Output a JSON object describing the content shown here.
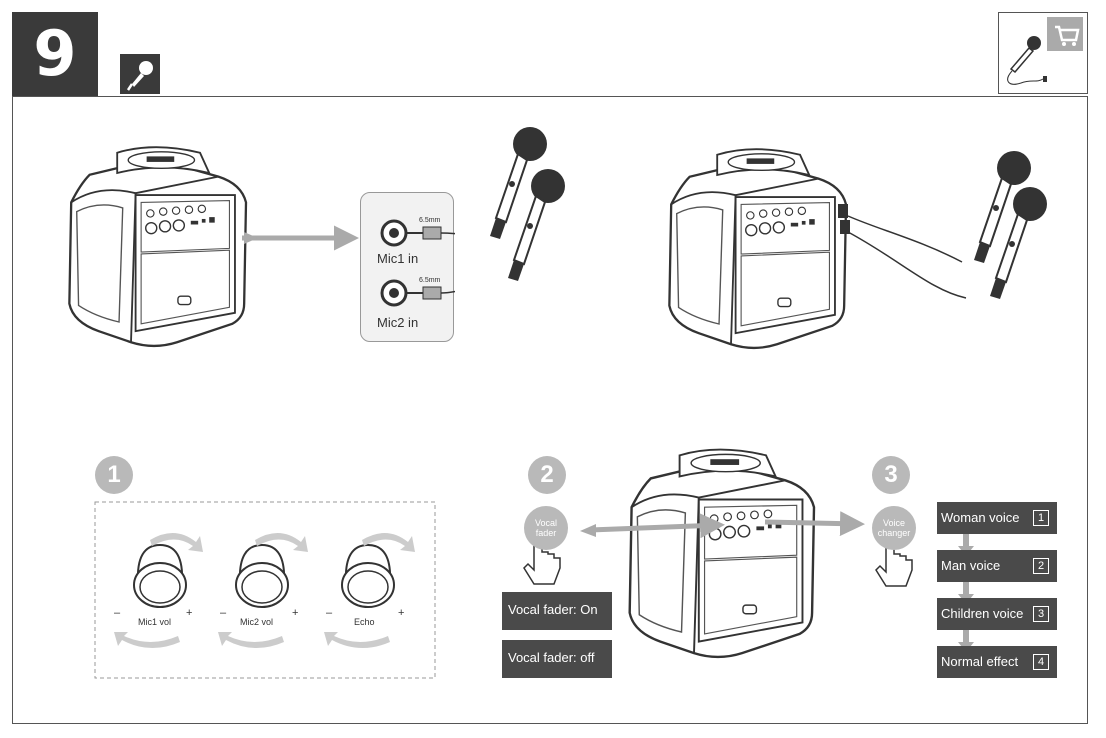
{
  "header": {
    "step_number": "9",
    "step_icon": "microphone-icon",
    "corner_icons": [
      "microphone-cable-icon",
      "shopping-cart-icon"
    ]
  },
  "panel_top_left": {
    "mic1_in": "Mic1 in",
    "mic2_in": "Mic2 in",
    "jack_size_1": "6.5mm",
    "jack_size_2": "6.5mm"
  },
  "step1": {
    "number": "1",
    "knobs": [
      {
        "label": "Mic1 vol",
        "minus": "–",
        "plus": "+"
      },
      {
        "label": "Mic2 vol",
        "minus": "–",
        "plus": "+"
      },
      {
        "label": "Echo",
        "minus": "–",
        "plus": "+"
      }
    ]
  },
  "step2": {
    "number": "2",
    "bubble": "Vocal fader",
    "states": [
      "Vocal fader: On",
      "Vocal fader: off"
    ]
  },
  "step3": {
    "number": "3",
    "bubble": "Voice changer",
    "effects": [
      {
        "label": "Woman voice",
        "num": "1"
      },
      {
        "label": "Man voice",
        "num": "2"
      },
      {
        "label": "Children voice",
        "num": "3"
      },
      {
        "label": "Normal effect",
        "num": "4"
      }
    ]
  },
  "colors": {
    "dark": "#3a3a3a",
    "grey": "#b9b9b9",
    "label_bg": "#4a4a4a"
  }
}
